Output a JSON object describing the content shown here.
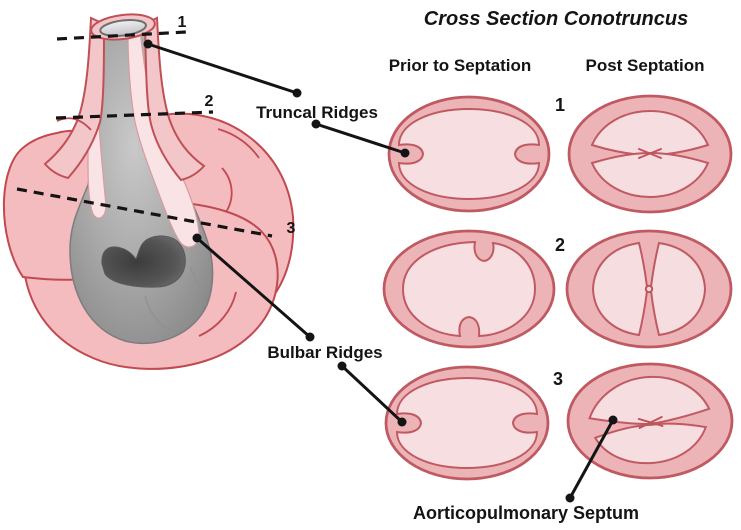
{
  "title": "Cross Section Conotruncus",
  "column_headers": {
    "prior": "Prior to Septation",
    "post": "Post Septation"
  },
  "labels": {
    "truncal": "Truncal Ridges",
    "bulbar": "Bulbar Ridges",
    "ap_septum": "Aorticopulmonary Septum"
  },
  "heart_levels": {
    "l1": "1",
    "l2": "2",
    "l3": "3"
  },
  "row_numbers": {
    "r1": "1",
    "r2": "2",
    "r3": "3"
  },
  "colors": {
    "background": "#ffffff",
    "heart_fill": "#f4bcbf",
    "heart_outline": "#c14950",
    "tube_wall_fill": "#f3c6c9",
    "ridge_fill": "#fae3e5",
    "interior_gray": "#a8a8a8",
    "cavity_gray": "#4f4f4f",
    "section_outer_fill": "#edb4b8",
    "section_inner_fill": "#f7dfe1",
    "section_outline": "#c05a62",
    "text": "#141414"
  }
}
